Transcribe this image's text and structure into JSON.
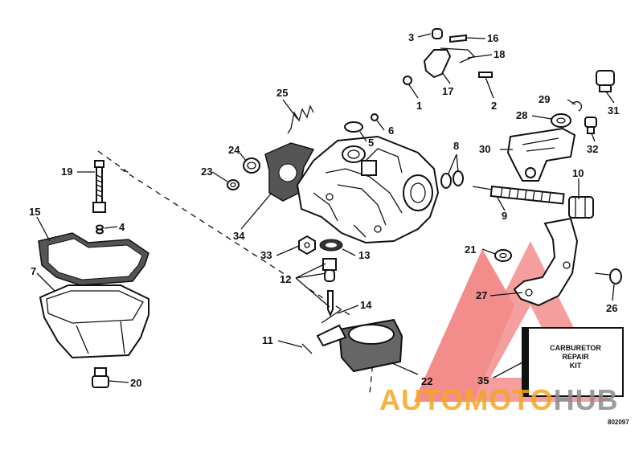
{
  "callouts": [
    {
      "id": "c1",
      "label": "1"
    },
    {
      "id": "c2",
      "label": "2"
    },
    {
      "id": "c3",
      "label": "3"
    },
    {
      "id": "c4",
      "label": "4"
    },
    {
      "id": "c5",
      "label": "5"
    },
    {
      "id": "c6",
      "label": "6"
    },
    {
      "id": "c7",
      "label": "7"
    },
    {
      "id": "c8",
      "label": "8"
    },
    {
      "id": "c9",
      "label": "9"
    },
    {
      "id": "c10",
      "label": "10"
    },
    {
      "id": "c11",
      "label": "11"
    },
    {
      "id": "c12",
      "label": "12"
    },
    {
      "id": "c13",
      "label": "13"
    },
    {
      "id": "c14",
      "label": "14"
    },
    {
      "id": "c15",
      "label": "15"
    },
    {
      "id": "c16",
      "label": "16"
    },
    {
      "id": "c17",
      "label": "17"
    },
    {
      "id": "c18",
      "label": "18"
    },
    {
      "id": "c19",
      "label": "19"
    },
    {
      "id": "c20",
      "label": "20"
    },
    {
      "id": "c21",
      "label": "21"
    },
    {
      "id": "c22",
      "label": "22"
    },
    {
      "id": "c23",
      "label": "23"
    },
    {
      "id": "c24",
      "label": "24"
    },
    {
      "id": "c25",
      "label": "25"
    },
    {
      "id": "c26",
      "label": "26"
    },
    {
      "id": "c27",
      "label": "27"
    },
    {
      "id": "c28",
      "label": "28"
    },
    {
      "id": "c29",
      "label": "29"
    },
    {
      "id": "c30",
      "label": "30"
    },
    {
      "id": "c31",
      "label": "31"
    },
    {
      "id": "c32",
      "label": "32"
    },
    {
      "id": "c33",
      "label": "33"
    },
    {
      "id": "c34",
      "label": "34"
    },
    {
      "id": "c35",
      "label": "35"
    }
  ],
  "repair_kit": {
    "line1": "CARBURETOR",
    "line2": "REPAIR",
    "line3": "KIT"
  },
  "drawing_code": "802097",
  "watermark": {
    "part1": "AUTOMOTO",
    "part2": "HUB",
    "color_main": "#f5a623",
    "color_accent": "#8c8c8c",
    "logo_color": "#e8312f"
  }
}
